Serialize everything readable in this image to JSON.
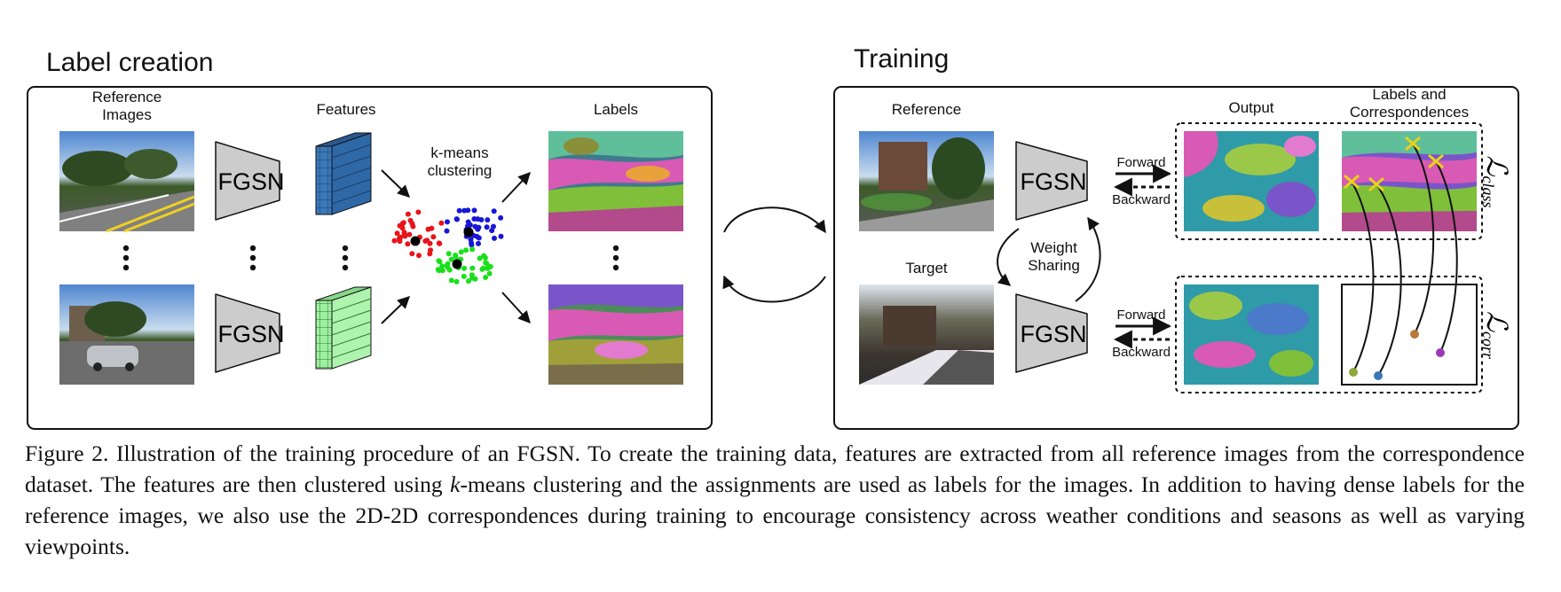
{
  "left_panel": {
    "title": "Label creation",
    "reference_images_label": "Reference\nImages",
    "features_label": "Features",
    "labels_label": "Labels",
    "kmeans_label": "k-means\nclustering",
    "network_label": "FGSN"
  },
  "right_panel": {
    "title": "Training",
    "reference_label": "Reference",
    "target_label": "Target",
    "output_label": "Output",
    "labels_corr_label": "Labels and\nCorrespondences",
    "weight_sharing_label": "Weight\nSharing",
    "forward_label": "Forward",
    "backward_label": "Backward",
    "network_label": "FGSN",
    "loss_class": "class",
    "loss_corr": "corr"
  },
  "caption": {
    "prefix": "Figure 2. Illustration of the training procedure of an FGSN. To create the training data, features are extracted from all reference images from the correspondence dataset. The features are then clustered using ",
    "k": "k",
    "suffix": "-means clustering and the assignments are used as labels for the images. In addition to having dense labels for the reference images, we also use the 2D-2D correspondences during training to encourage consistency across weather conditions and seasons as well as varying viewpoints."
  },
  "colors": {
    "cluster_red": "#e8141b",
    "cluster_blue": "#1717d8",
    "cluster_green": "#19e019",
    "feature_blue": "#3b78b8",
    "feature_green": "#9ef0a0",
    "network_fill": "#cccccc",
    "x_marker": "#e8d21a"
  }
}
